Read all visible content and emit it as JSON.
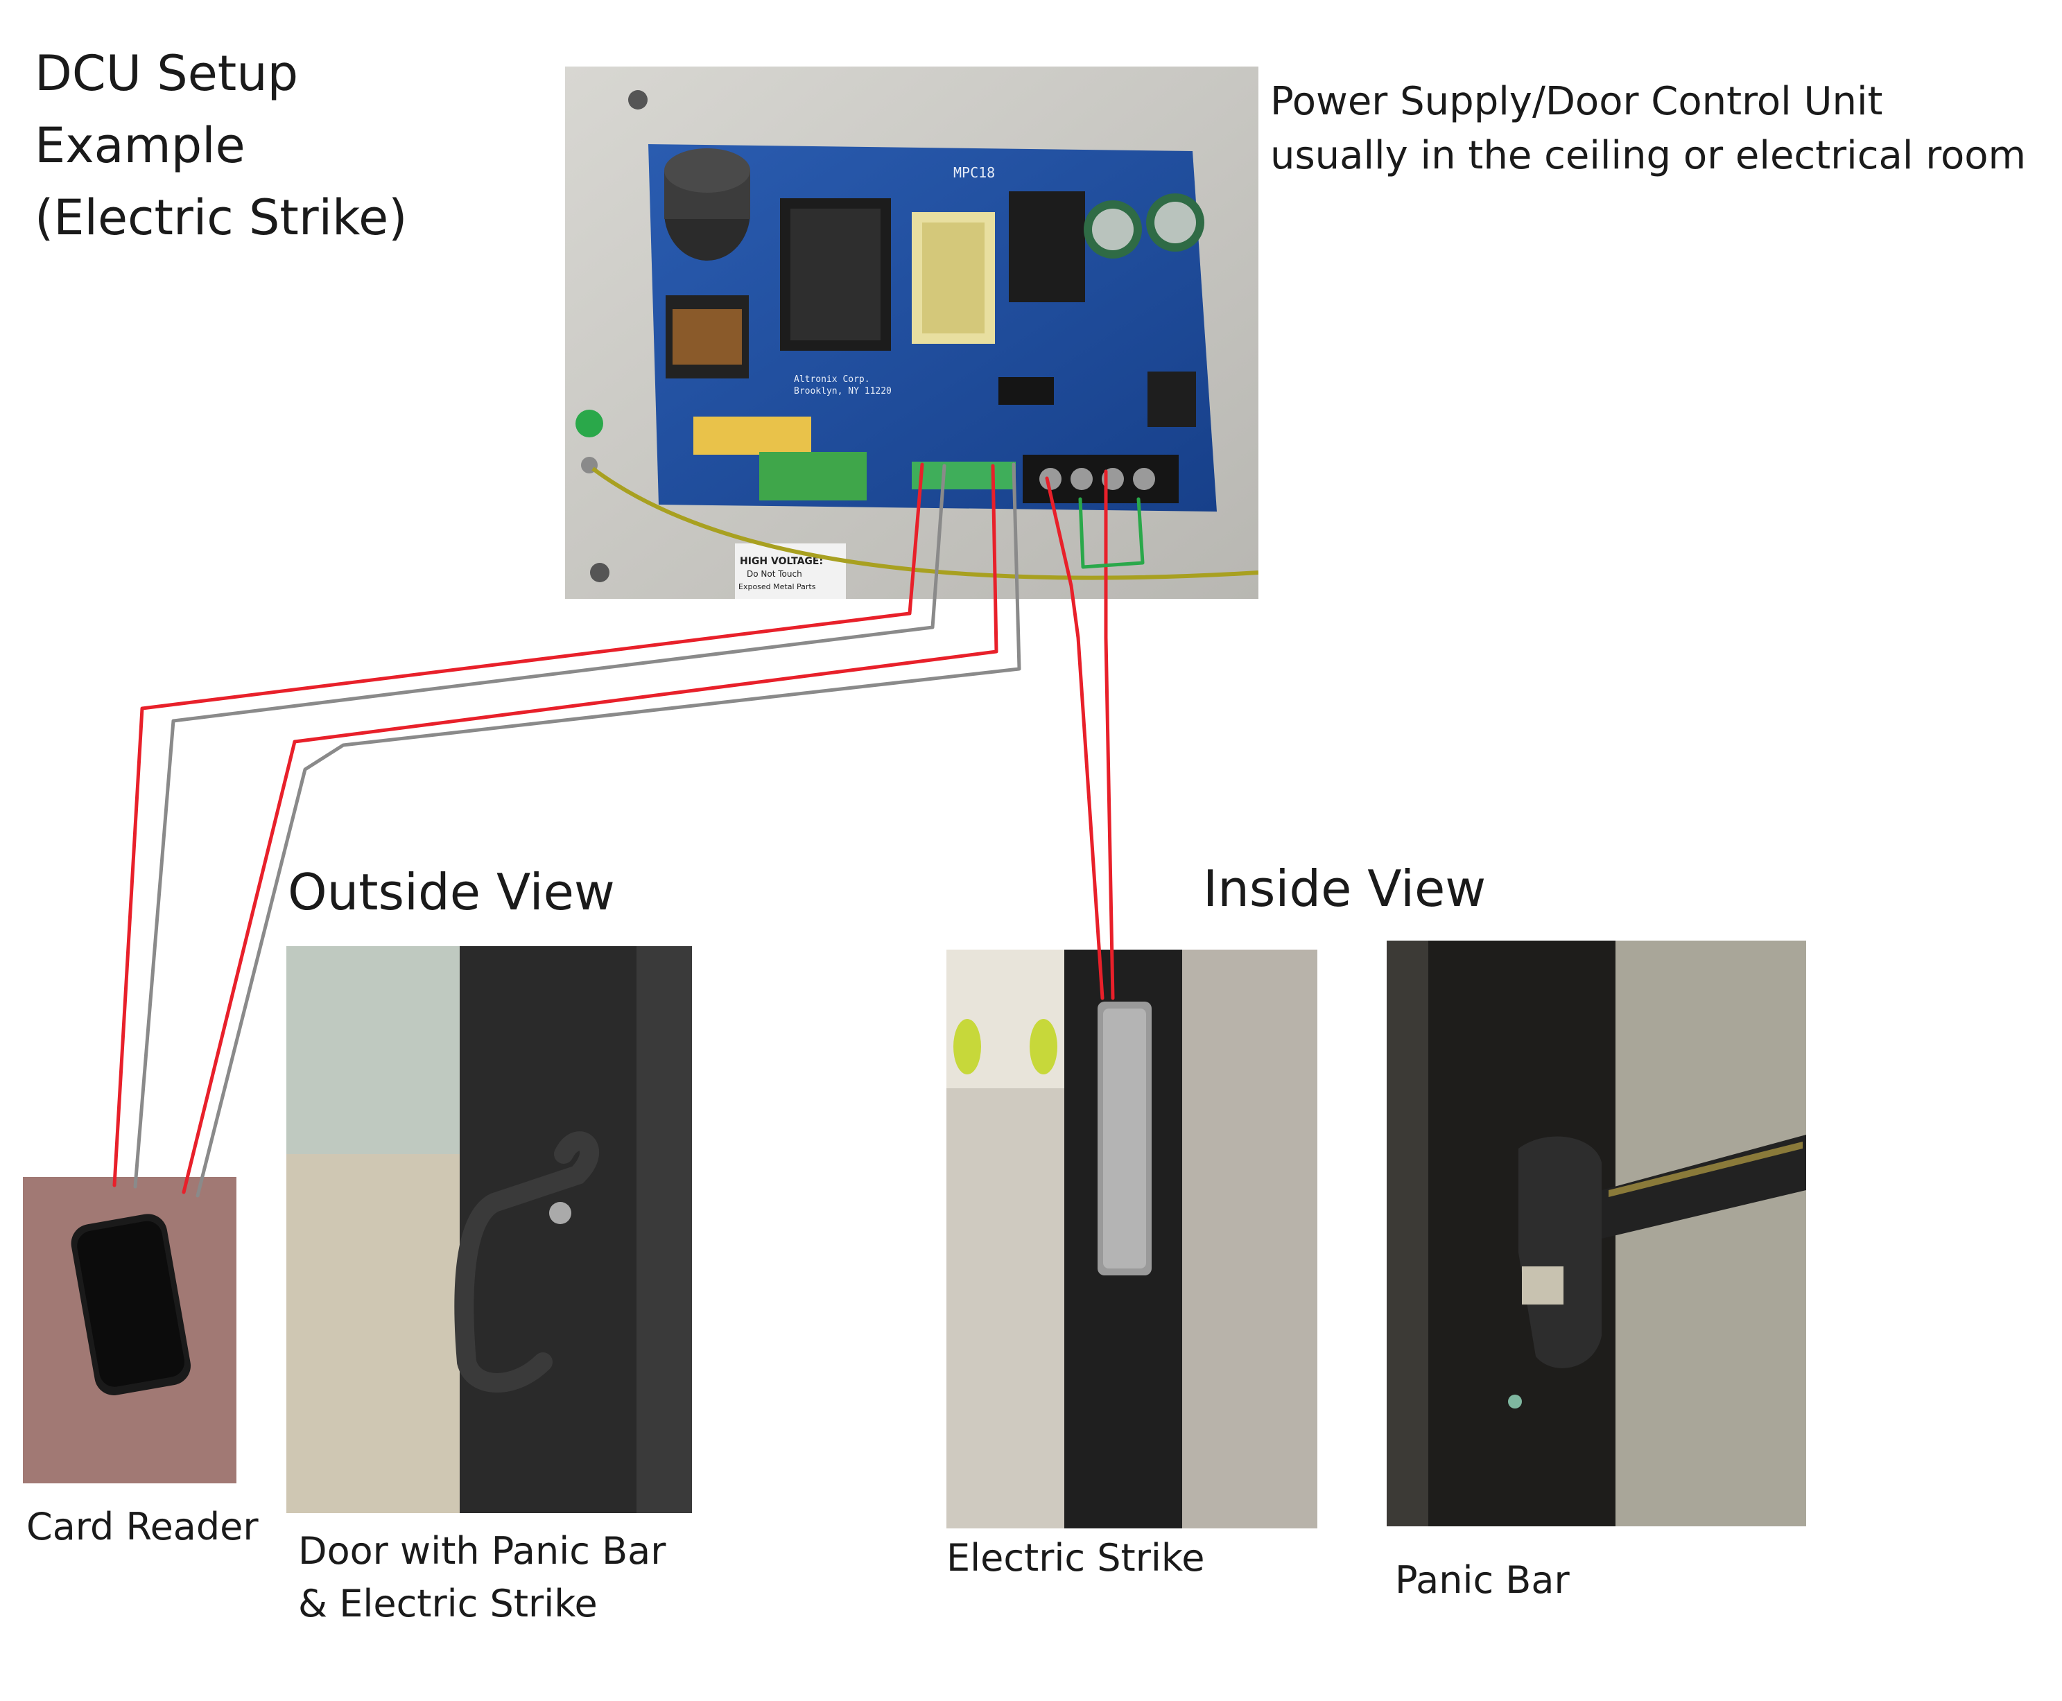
{
  "title": {
    "line1": "DCU Setup",
    "line2": "Example",
    "line3": "(Electric Strike)"
  },
  "power_supply": {
    "caption_line1": "Power Supply/Door Control Unit",
    "caption_line2": "usually in the ceiling or electrical room",
    "board_model": "MPC18",
    "board_maker_line1": "Altronix Corp.",
    "board_maker_line2": "Brooklyn, NY 11220",
    "warning_line1": "HIGH VOLTAGE:",
    "warning_line2": "Do Not Touch",
    "warning_line3": "Exposed Metal Parts"
  },
  "sections": {
    "outside": "Outside View",
    "inside": "Inside View"
  },
  "captions": {
    "card_reader": "Card Reader",
    "door_line1": "Door with Panic Bar",
    "door_line2": "& Electric Strike",
    "electric_strike": "Electric Strike",
    "panic_bar": "Panic Bar"
  },
  "colors": {
    "wire_red": "#e8202a",
    "wire_gray": "#8a8a8a",
    "wire_green": "#2aa84a",
    "board_blue": "#1f4fa0"
  }
}
